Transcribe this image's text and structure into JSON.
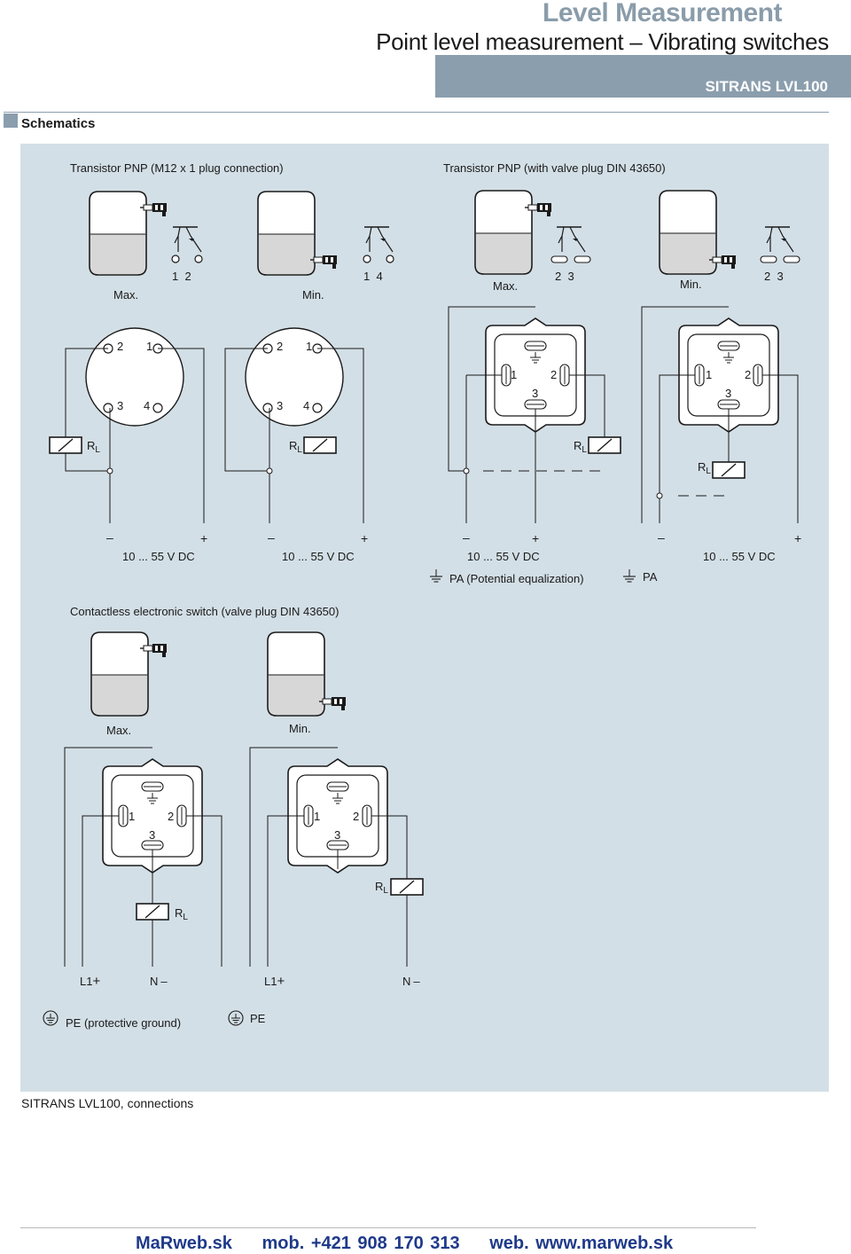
{
  "header": {
    "category": "Level Measurement",
    "title": "Point level measurement – Vibrating switches",
    "product": "SITRANS LVL100"
  },
  "section": {
    "title": "Schematics"
  },
  "schematics": {
    "group1_title": "Transistor PNP (M12 x 1 plug connection)",
    "group2_title": "Transistor PNP (with valve plug DIN 43650)",
    "group3_title": "Contactless electronic switch (valve plug DIN 43650)",
    "max": "Max.",
    "min": "Min.",
    "voltage": "10 ... 55 V DC",
    "rl": "R",
    "rl_sub": "L",
    "minus": "–",
    "plus": "+",
    "pa_long": "PA (Potential equalization)",
    "pa_short": "PA",
    "pe_long": "PE (protective ground)",
    "pe_short": "PE",
    "l1": "L1",
    "n": "N",
    "pins": {
      "p1": "1",
      "p2": "2",
      "p3": "3",
      "p4": "4"
    },
    "contact_pairs": {
      "a": "1  2",
      "b": "1  4",
      "c": "2  3"
    }
  },
  "caption": "SITRANS LVL100, connections",
  "footer": {
    "company": "MaRweb.sk",
    "mobile": "mob. +421 908 170 313",
    "web": "web. www.marweb.sk"
  }
}
